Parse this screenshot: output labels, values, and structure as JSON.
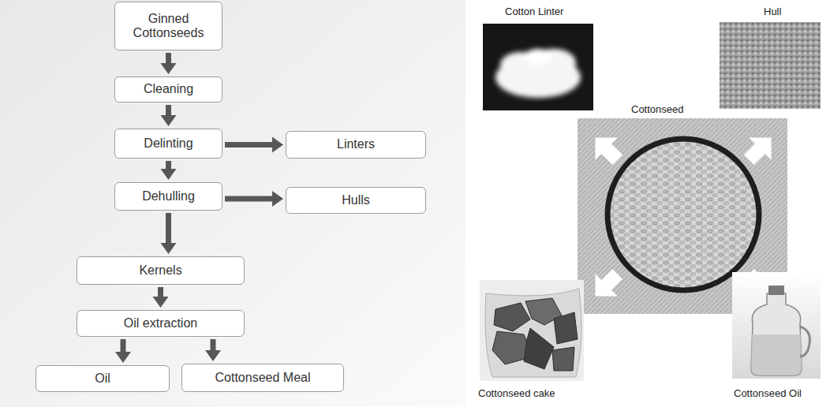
{
  "diagram": {
    "nodes": [
      {
        "text": [
          "Ginned Cottonseeds"
        ]
      },
      {
        "text": [
          "Cleaning"
        ]
      },
      {
        "text": [
          "Delinting"
        ]
      },
      {
        "text": [
          "Linters"
        ]
      },
      {
        "text": [
          "Dehulling"
        ]
      },
      {
        "text": [
          "Hulls"
        ]
      },
      {
        "text": [
          "Kernels"
        ]
      },
      {
        "text": [
          "Oil extraction"
        ]
      },
      {
        "text": [
          "Oil"
        ]
      },
      {
        "text": [
          "Cottonseed Meal"
        ]
      }
    ],
    "edges": [
      {
        "from": 0,
        "to": 1,
        "arrow": "to"
      },
      {
        "from": 1,
        "to": 2,
        "arrow": "to"
      },
      {
        "from": 2,
        "to": 3,
        "arrow": "to"
      },
      {
        "from": 2,
        "to": 4,
        "arrow": "to"
      },
      {
        "from": 4,
        "to": 5,
        "arrow": "to"
      },
      {
        "from": 4,
        "to": 6,
        "arrow": "to"
      },
      {
        "from": 6,
        "to": 7,
        "arrow": "to"
      },
      {
        "from": 7,
        "to": 8,
        "arrow": "to"
      },
      {
        "from": 7,
        "to": 9,
        "arrow": "to"
      }
    ],
    "labels": [
      "Cotton Linter",
      "Hull",
      "Cottonseed",
      "Cottonseed cake",
      "Cottonseed Oil"
    ]
  }
}
